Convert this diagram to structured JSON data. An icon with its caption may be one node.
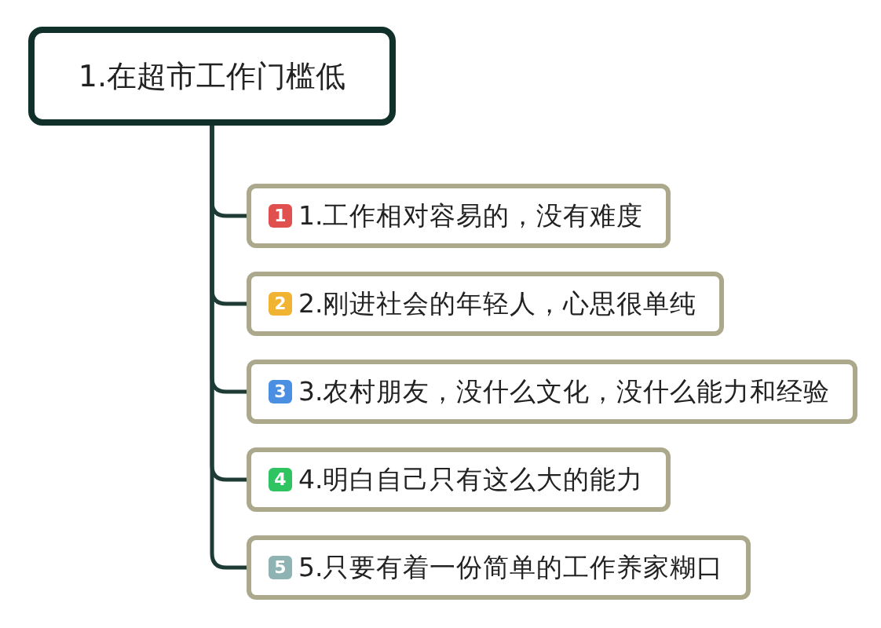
{
  "diagram": {
    "nodes": [
      {
        "text": [
          "1.在超市工作门槛低"
        ]
      },
      {
        "text": [
          "1",
          "1.工作相对容易的，没有难度"
        ]
      },
      {
        "text": [
          "2",
          "2.刚进社会的年轻人，心思很单纯"
        ]
      },
      {
        "text": [
          "3",
          "3.农村朋友，没什么文化，没什么能力和经验"
        ]
      },
      {
        "text": [
          "4",
          "4.明白自己只有这么大的能力"
        ]
      },
      {
        "text": [
          "5",
          "5.只要有着一份简单的工作养家糊口"
        ]
      }
    ],
    "edges": [
      {
        "from": 0,
        "to": 1,
        "arrow": "none"
      },
      {
        "from": 0,
        "to": 2,
        "arrow": "none"
      },
      {
        "from": 0,
        "to": 3,
        "arrow": "none"
      },
      {
        "from": 0,
        "to": 4,
        "arrow": "none"
      },
      {
        "from": 0,
        "to": 5,
        "arrow": "none"
      }
    ]
  }
}
